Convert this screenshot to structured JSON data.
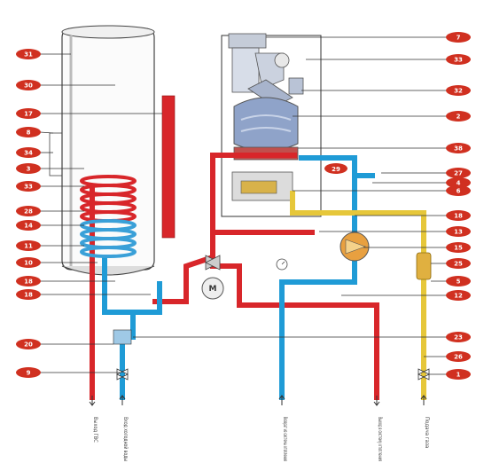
{
  "colors": {
    "hot": "#d8262a",
    "cold": "#1f9bd6",
    "gas": "#e6c73a",
    "badge": "#d03020",
    "tank_outline": "#444444",
    "coil_hot": "#d8262a",
    "coil_cold": "#3aa0d8",
    "heat_exchanger": "#8aa0c8"
  },
  "badges_left": [
    {
      "label": "31"
    },
    {
      "label": "30"
    },
    {
      "label": "17"
    },
    {
      "label": "8"
    },
    {
      "label": "34"
    },
    {
      "label": "3"
    },
    {
      "label": "33"
    },
    {
      "label": "28"
    },
    {
      "label": "14"
    },
    {
      "label": "11"
    },
    {
      "label": "10"
    },
    {
      "label": "18"
    },
    {
      "label": "18"
    },
    {
      "label": "20"
    },
    {
      "label": "9"
    }
  ],
  "badges_right": [
    {
      "label": "7"
    },
    {
      "label": "33"
    },
    {
      "label": "32"
    },
    {
      "label": "2"
    },
    {
      "label": "38"
    },
    {
      "label": "27"
    },
    {
      "label": "4"
    },
    {
      "label": "6"
    },
    {
      "label": "18"
    },
    {
      "label": "13"
    },
    {
      "label": "15"
    },
    {
      "label": "25"
    },
    {
      "label": "5"
    },
    {
      "label": "12"
    },
    {
      "label": "23"
    },
    {
      "label": "26"
    },
    {
      "label": "1"
    }
  ],
  "inner_badge": {
    "label": "29"
  },
  "pump_symbol": {
    "label": "M"
  },
  "bottom_labels": [
    {
      "text": "Выход ГВС"
    },
    {
      "text": "Вход холодной воды"
    },
    {
      "text": "Возврат из системы отопления"
    },
    {
      "text": "Выход в систему отопления"
    },
    {
      "text": "Подача газа"
    }
  ],
  "icons": {
    "valve": "valve-icon",
    "pump": "pump-icon",
    "gauge": "pressure-gauge-icon",
    "three_way": "three-way-valve-icon",
    "arrow_up": "arrow-up-icon",
    "arrow_down": "arrow-down-icon"
  }
}
